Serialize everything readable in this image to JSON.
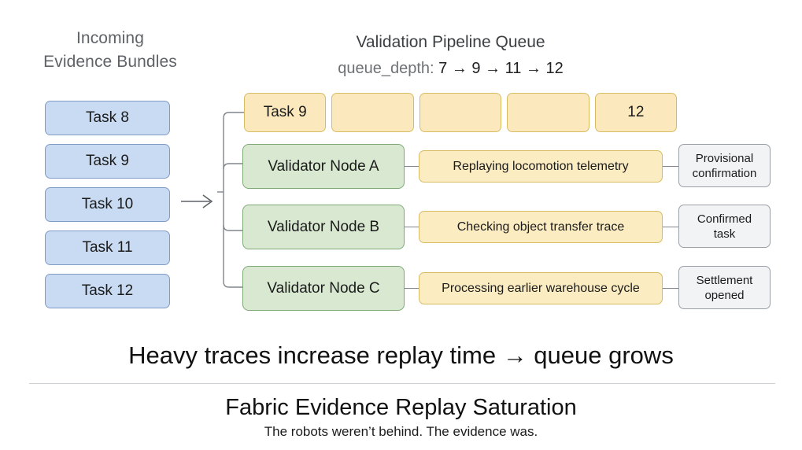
{
  "left_panel": {
    "heading_line1": "Incoming",
    "heading_line2": "Evidence Bundles",
    "tasks": [
      {
        "label": "Task 8"
      },
      {
        "label": "Task 9"
      },
      {
        "label": "Task 10"
      },
      {
        "label": "Task 11"
      },
      {
        "label": "Task 12"
      }
    ],
    "flow_arrow_icon": "right-arrow-icon"
  },
  "pipeline": {
    "title": "Validation Pipeline Queue",
    "queue_depth_label": "queue_depth:",
    "queue_depth_sequence": "7 → 9 → 11 → 12",
    "queue_slots": [
      {
        "label": "Task 9"
      },
      {
        "label": ""
      },
      {
        "label": ""
      },
      {
        "label": ""
      },
      {
        "label": "12"
      }
    ],
    "rows": [
      {
        "node": "Validator Node A",
        "activity": "Replaying locomotion telemetry",
        "status_line1": "Provisional",
        "status_line2": "confirmation"
      },
      {
        "node": "Validator Node B",
        "activity": "Checking object transfer trace",
        "status_line1": "Confirmed",
        "status_line2": "task"
      },
      {
        "node": "Validator Node C",
        "activity": "Processing earlier warehouse cycle",
        "status_line1": "Settlement",
        "status_line2": "opened"
      }
    ]
  },
  "footer": {
    "caption": "Heavy traces increase replay time → queue grows",
    "title": "Fabric Evidence Replay Saturation",
    "subtitle": "The robots weren’t behind. The evidence was."
  },
  "colors": {
    "task_fill": "#c9dbf2",
    "task_border": "#7f9bc4",
    "queue_fill": "#fbe9bd",
    "queue_border": "#d6bc63",
    "node_fill": "#d9e9d1",
    "node_border": "#7fa877",
    "activity_fill": "#fcecc2",
    "status_fill": "#f1f3f4",
    "status_border": "#9aa0a6",
    "connector": "#80868b",
    "heading_text": "#5f6368"
  }
}
